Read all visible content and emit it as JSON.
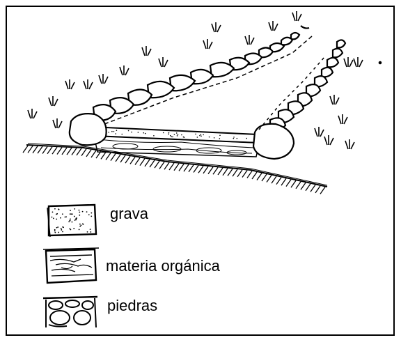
{
  "legend": [
    {
      "label": "grava",
      "swatch": "gravel"
    },
    {
      "label": "materia orgánica",
      "swatch": "organic"
    },
    {
      "label": "piedras",
      "swatch": "stones"
    }
  ],
  "colors": {
    "ink": "#000000",
    "paper": "#ffffff"
  }
}
